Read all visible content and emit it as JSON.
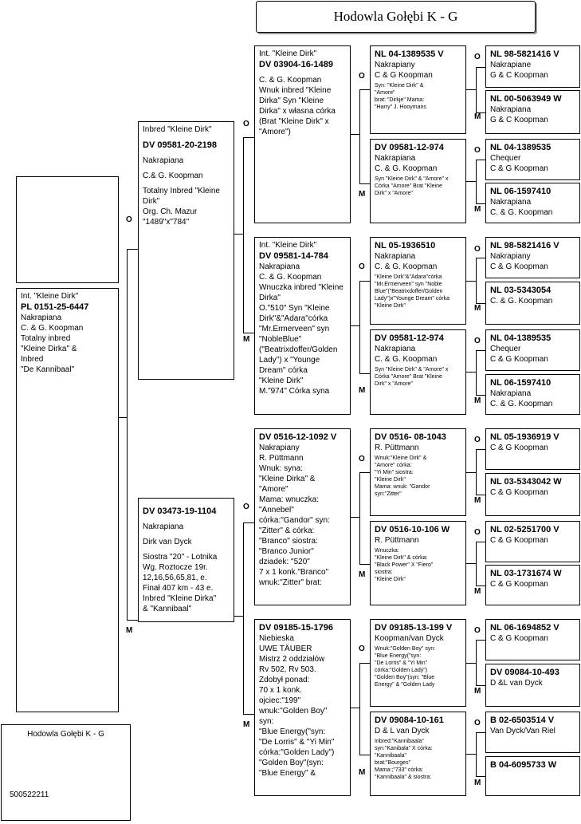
{
  "header": {
    "title": "Hodowla Gołębi K - G"
  },
  "footer": {
    "name": "Hodowla Gołębi K - G",
    "code": "500522211"
  },
  "sex": {
    "o": "O",
    "m": "M"
  },
  "subject": {
    "name": "Int. \"Kleine Dirk\"",
    "ring": "PL 0151-25-6447",
    "color": "Nakrapiana",
    "breeder": "C. & G. Koopman",
    "notes": "Totalny inbred\n\"Kleine Dirka\" &\nInbred\n \"De Kannibaal\""
  },
  "father": {
    "name": "Inbred \"Kleine Dirk\"",
    "ring": "DV 09581-20-2198",
    "color": "Nakrapiana",
    "breeder": "C.& G. Koopman",
    "notes": "Totalny Inbred \"Kleine Dirk\"\nOrg. Ch. Mazur\n\"1489\"x\"784\""
  },
  "mother": {
    "name": "",
    "ring": "DV 03473-19-1104",
    "color": "Nakrapiana",
    "breeder": "Dirk van Dyck",
    "notes": "Siostra \"20\" - Lotnika\nWg. Roztocze 19r.\n12,16,56,65,81, e.\nFinał 407 km - 43 e.\nInbred \"Kleine Dirka\"\n& \"Kannibaal\""
  },
  "ff": {
    "name": "Int. \"Kleine Dirk\"",
    "ring": "DV 03904-16-1489",
    "color": "",
    "breeder": "C. & G. Koopman",
    "notes": "Wnuk inbred \"Kleine Dirka\" Syn \"Kleine Dirka\" x własna córka\n(Brat \"Kleine Dirk\" x\n\"Amore\")"
  },
  "fm": {
    "name": "Int. \"Kleine Dirk\"",
    "ring": "DV 09581-14-784",
    "color": "Nakrapiana",
    "breeder": "C. & G. Koopman",
    "notes": "Wnuczka inbred \"Kleine Dirka\"\nO.\"510\" Syn \"Kleine Dirk\"&\"Adara\"córka\n\"Mr.Ermerveen\" syn\n\"NobleBlue\"\n(\"Beatrixdoffer/Golden Lady\") x \"Younge Dream\" córka\n\"Kleine Dirk\"\nM.\"974\" Córka syna"
  },
  "mf": {
    "name": "",
    "ring": "DV 0516-12-1092 V",
    "color": "Nakrapiany",
    "breeder": " R. Püttmann",
    "notes": "Wnuk: syna:\n\"Kleine Dirka\" &\n\"Amore\"\nMama: wnuczka:\n\"Annebel\"\ncórka:\"Gandor\" syn:\n\"Zitter\" & córka:\n\"Branco\" siostra:\n\"Branco Junior\"\ndziadek: \"520\"\n7 x 1 konk.\"Branco\"\nwnuk:\"Zitter\" brat:"
  },
  "mm": {
    "name": "",
    "ring": "DV 09185-15-1796",
    "color": "Niebieska",
    "breeder": "UWE TÄUBER",
    "notes": "Mistrz 2 oddziałów\nRv 502, Rv 503.\nZdobył ponad:\n70 x 1 konk.\nojciec:\"199\"\nwnuk:\"Golden Boy\"\nsyn:\n\"Blue Energy(\"syn:\n\"De Lorris\" & \"Yi Min\"\ncórka:\"Golden Lady\")\n\"Golden Boy\"(syn:\n\"Blue Energy\" &"
  },
  "g3": [
    {
      "ring": "NL 04-1389535 V",
      "color": "Nakrapiany",
      "breeder": "C & G Koopman",
      "notes": "Syn: \"Kleine Dirk\" &\n\"Amore\"\nbrat: \"Dirkje\" Mama:\n\"Harry\" J. Hooymans"
    },
    {
      "ring": "DV 09581-12-974",
      "color": "Nakrapiana",
      "breeder": "C. & G. Koopman",
      "notes": "Syn \"Kleine Dirk\" & \"Amore\" x\nCórka \"Amore\" Brat \"Kleine\nDirk\" x \"Amore\""
    },
    {
      "ring": "NL 05-1936510",
      "color": "Nakrapiana",
      "breeder": "C. & G. Koopman",
      "notes": "\"Kleine Dirk\"&\"Adara\"córka\n\"Mr.Ermerveen\" syn \"Noble\nBlue\"(\"Beatrixdoffer/Golden\nLady\")x\"Younge Dream\" córka\n\"Kleine Dirk\""
    },
    {
      "ring": "DV 09581-12-974",
      "color": "Nakrapiana",
      "breeder": "C. & G. Koopman",
      "notes": "Syn \"Kleine Dirk\" & \"Amore\" x\nCórka \"Amore\" Brat \"Kleine\nDirk\" x \"Amore\""
    },
    {
      "ring": "DV 0516- 08-1043",
      "color": "",
      "breeder": " R. Püttmann",
      "notes": "Wnuk:\"Kleine Dirk\" &\n\"Amore\" córka:\n\"Yi Min\" siostra:\n\"Kleine Dirk\"\nMama: wnuk: \"Gandor\nsyn:\"Zitter\""
    },
    {
      "ring": "DV 0516-10-106 W",
      "color": "",
      "breeder": " R. Püttmann",
      "notes": "Wnuczka:\n\"Kleine Dirk\" & córka:\n\"Black Power\" X \"Fiero\"\nsiostra:\n\"Kleine Dirk\""
    },
    {
      "ring": "DV 09185-13-199 V",
      "color": "",
      "breeder": "Koopman/van Dyck",
      "notes": "Wnuk:\"Golden Boy\" syn:\n\"Blue Energy(\"syn:\n\"De Lorris\" & \"Yi Min\"\ncórka:\"Golden Lady\")\n\"Golden Boy\"(syn: \"Blue\nEnergy\" & \"Golden Lady"
    },
    {
      "ring": "DV 09084-10-161",
      "color": "",
      "breeder": "D & L van Dyck",
      "notes": "Inbred:\"Kannibaala\"\nsyn:\"Kanibala\"  X córka:\n\"Kannibaala\"\nbrat:\"Bourges\"\nMama:;\"733\" córka:\n\"Kannibaala\" & siostra:"
    }
  ],
  "g4": [
    {
      "ring": "NL 98-5821416 V",
      "color": "Nakrapiane",
      "breeder": "G & C Koopman"
    },
    {
      "ring": "NL 00-5063949 W",
      "color": "Nakrapiana",
      "breeder": "G & C Koopman"
    },
    {
      "ring": "NL 04-1389535",
      "color": "Chequer",
      "breeder": "C & G Koopman"
    },
    {
      "ring": "NL 06-1597410",
      "color": "Nakrapiana",
      "breeder": "C. & G. Koopman"
    },
    {
      "ring": "NL 98-5821416 V",
      "color": "Nakrapiany",
      "breeder": "C & G Koopman"
    },
    {
      "ring": "NL 03-5343054",
      "color": "",
      "breeder": "C. & G. Koopman"
    },
    {
      "ring": "NL 04-1389535",
      "color": "Chequer",
      "breeder": "C & G Koopman"
    },
    {
      "ring": "NL 06-1597410",
      "color": "Nakrapiana",
      "breeder": "C. & G. Koopman"
    },
    {
      "ring": "NL 05-1936919 V",
      "color": "",
      "breeder": "C & G Koopman"
    },
    {
      "ring": "NL 03-5343042 W",
      "color": "",
      "breeder": "C & G Koopman"
    },
    {
      "ring": "NL 02-5251700 V",
      "color": "",
      "breeder": "C & G Koopman"
    },
    {
      "ring": "NL 03-1731674 W",
      "color": "",
      "breeder": "C & G Koopman"
    },
    {
      "ring": "NL 06-1694852 V",
      "color": "",
      "breeder": "C & G Koopman"
    },
    {
      "ring": "DV 09084-10-493",
      "color": "",
      "breeder": "D &L van Dyck"
    },
    {
      "ring": "B 02-6503514 V",
      "color": "",
      "breeder": "Van Dyck/Van Riel"
    },
    {
      "ring": "B 04-6095733 W",
      "color": "",
      "breeder": ""
    }
  ]
}
